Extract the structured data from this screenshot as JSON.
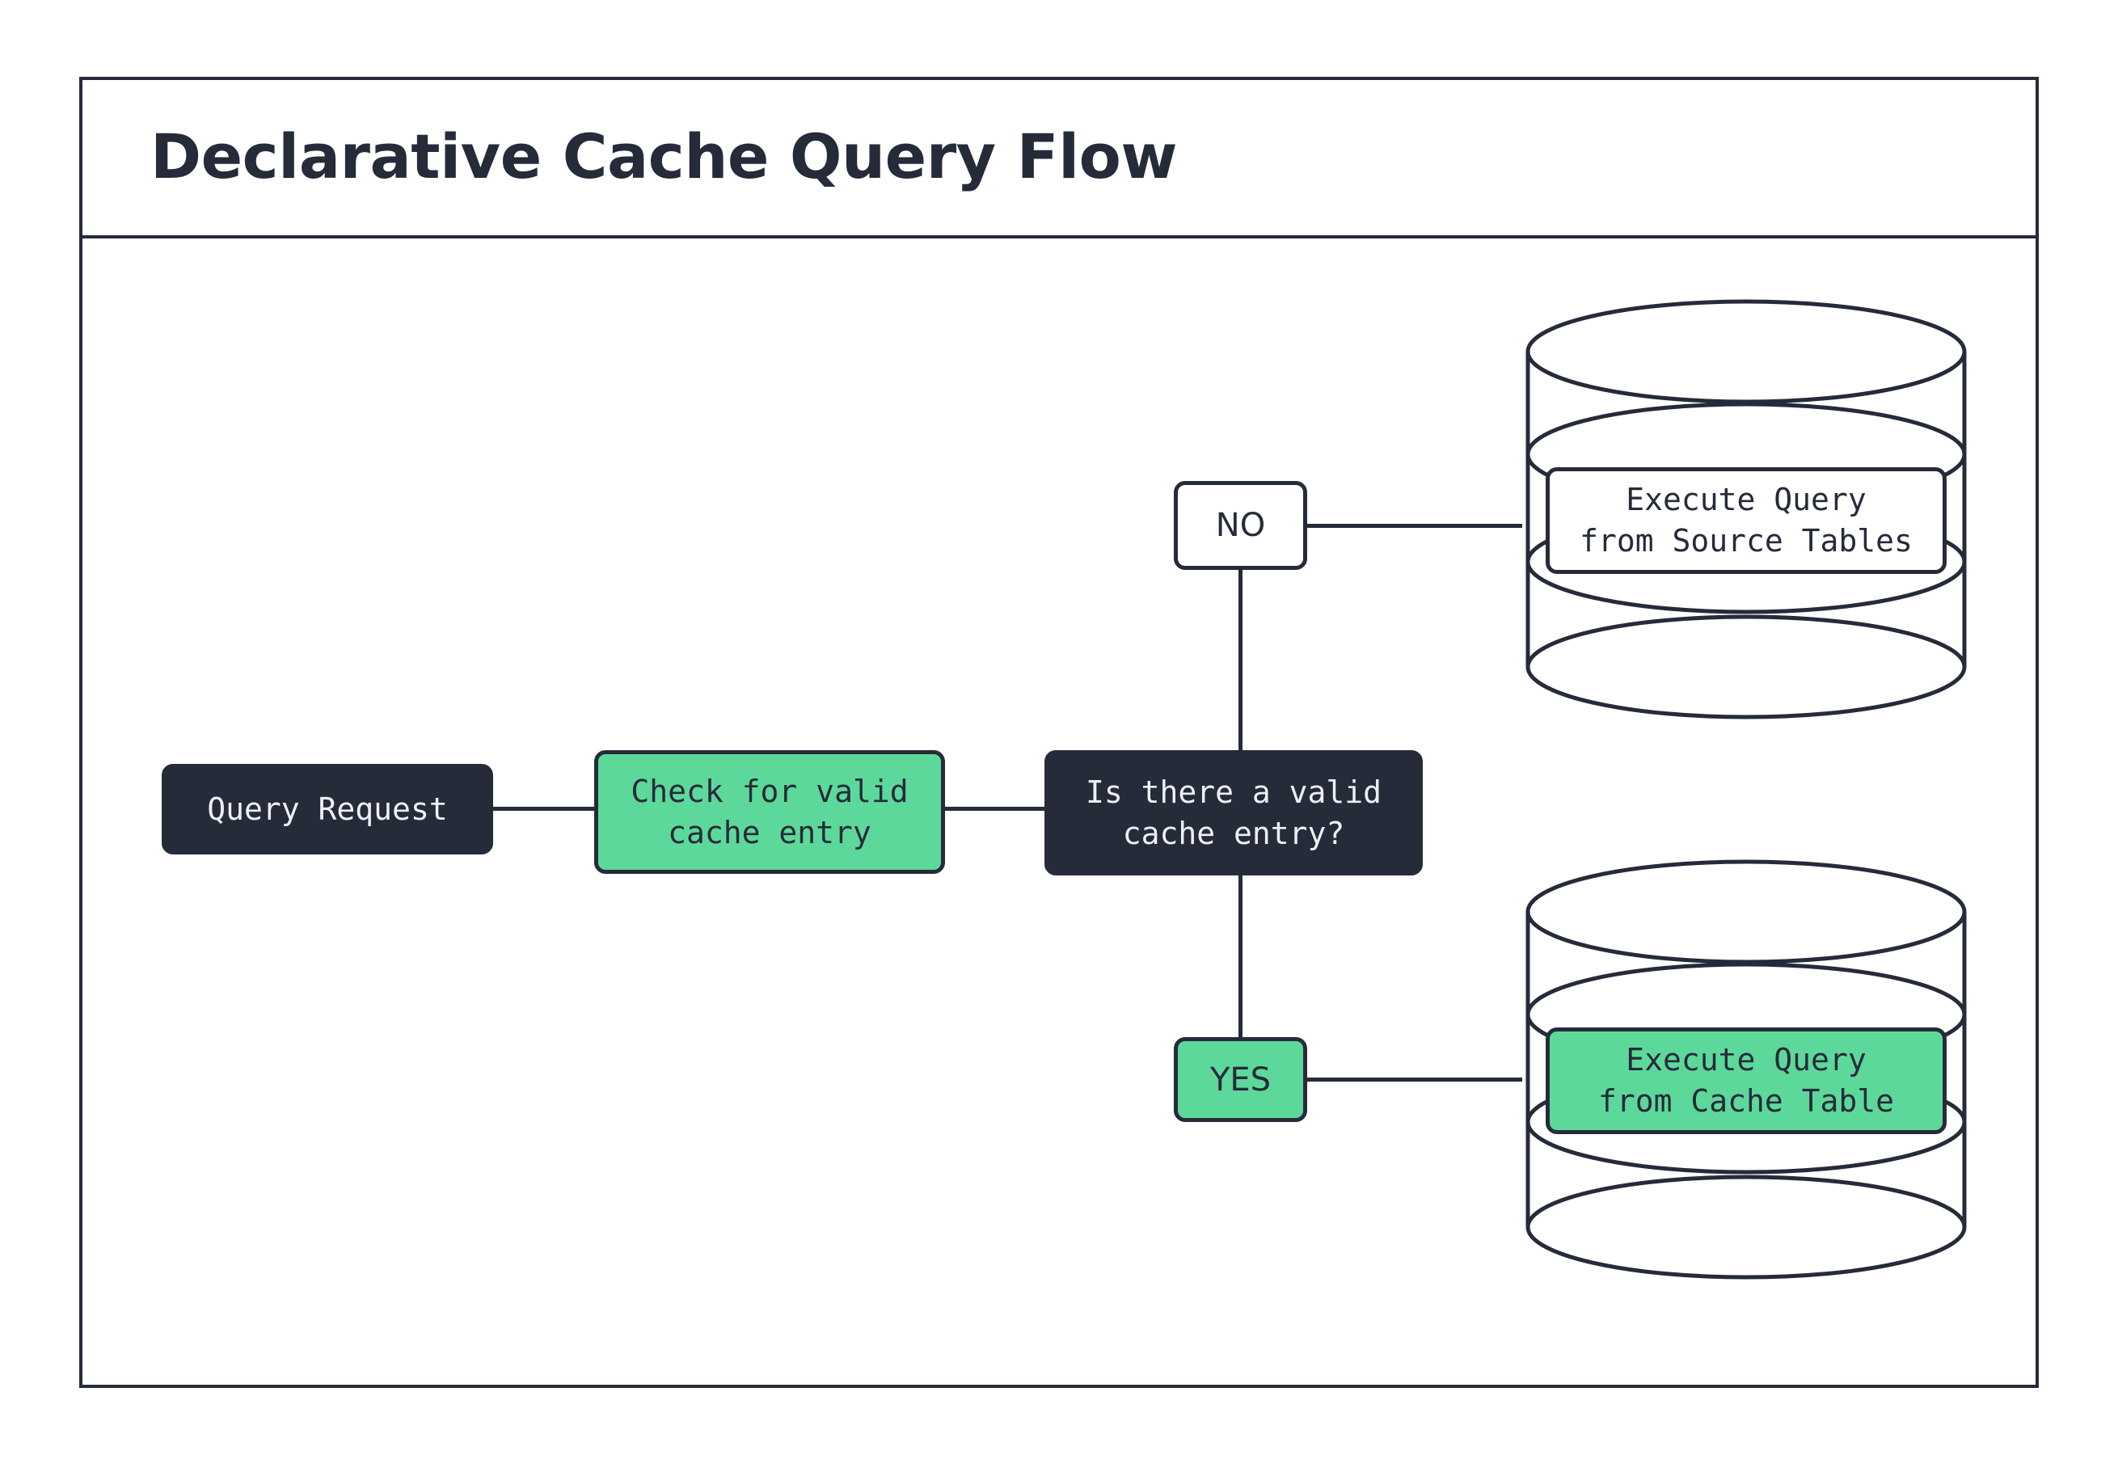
{
  "diagram": {
    "title": "Declarative Cache Query Flow",
    "accent_green": "#5CD99A",
    "ink_dark": "#262B3A",
    "background": "#FFFFFF",
    "nodes": {
      "query_request": "Query Request",
      "check_cache": "Check for valid\ncache entry",
      "decision": "Is there a valid\ncache entry?",
      "source_db_label": "Execute Query\nfrom Source Tables",
      "cache_db_label": "Execute Query\nfrom Cache Table"
    },
    "branches": {
      "no": "NO",
      "yes": "YES"
    }
  }
}
